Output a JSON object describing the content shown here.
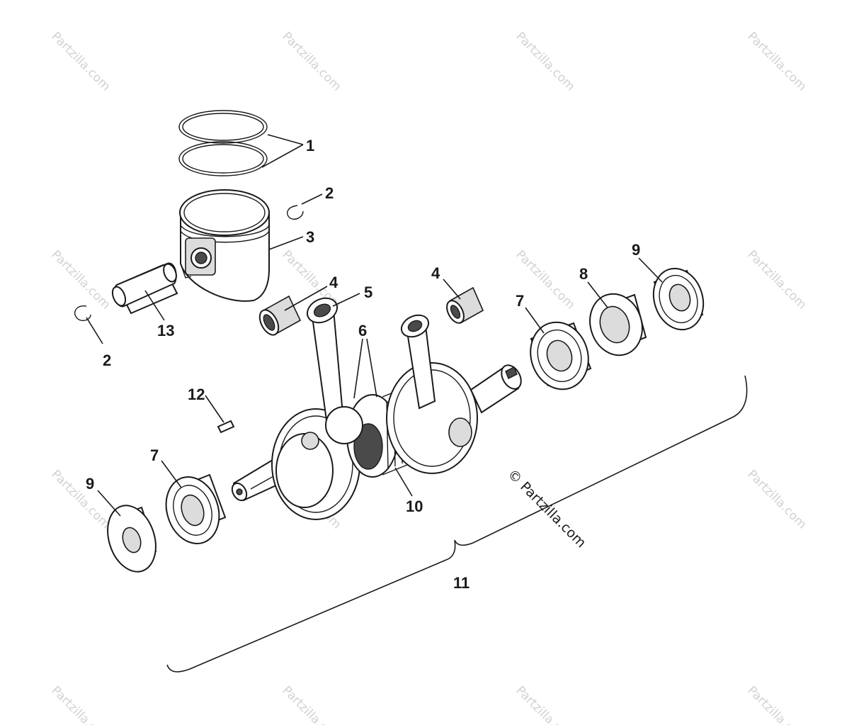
{
  "watermark": {
    "text": "Partzilla.com",
    "main_text": "© Partzilla.com"
  },
  "callouts": {
    "c1": "1",
    "c2a": "2",
    "c2b": "2",
    "c3": "3",
    "c4a": "4",
    "c4b": "4",
    "c5": "5",
    "c6": "6",
    "c7a": "7",
    "c7b": "7",
    "c8": "8",
    "c9a": "9",
    "c9b": "9",
    "c10": "10",
    "c11": "11",
    "c12": "12",
    "c13": "13"
  }
}
